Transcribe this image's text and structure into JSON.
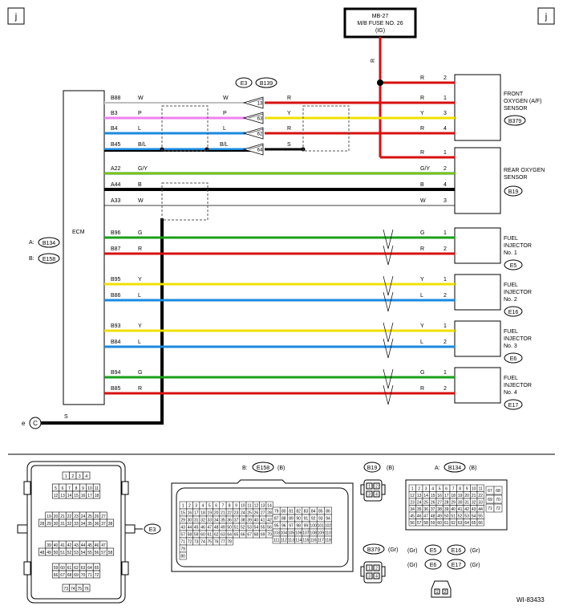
{
  "page_marker": "j",
  "fuse": {
    "line1": "MB-27",
    "line2": "M/B FUSE NO. 26",
    "line3": "(IG)"
  },
  "ecm": {
    "label": "ECM",
    "conn_a_prefix": "A:",
    "conn_a": "B134",
    "conn_b_prefix": "B:",
    "conn_b": "E158"
  },
  "joint_connectors": [
    "E3",
    "B139"
  ],
  "front_sensor": {
    "line1": "FRONT",
    "line2": "OXYGEN (A/F)",
    "line3": "SENSOR",
    "conn": "B379"
  },
  "rear_sensor": {
    "line1": "REAR OXYGEN",
    "line2": "SENSOR",
    "conn": "B19"
  },
  "injectors": [
    {
      "line1": "FUEL",
      "line2": "INJECTOR",
      "line3": "No. 1",
      "conn": "E5"
    },
    {
      "line1": "FUEL",
      "line2": "INJECTOR",
      "line3": "No. 2",
      "conn": "E16"
    },
    {
      "line1": "FUEL",
      "line2": "INJECTOR",
      "line3": "No. 3",
      "conn": "E6"
    },
    {
      "line1": "FUEL",
      "line2": "INJECTOR",
      "line3": "No. 4",
      "conn": "E17"
    }
  ],
  "wires": [
    {
      "pin": "B88",
      "ecm_color": "W",
      "mid_color": "W",
      "right_color": "R",
      "joint_pin": "13",
      "color": "#d81010"
    },
    {
      "pin": "B3",
      "ecm_color": "P",
      "mid_color": "P",
      "right_color": "Y",
      "joint_pin": "63",
      "color": "#ee82ee"
    },
    {
      "pin": "B4",
      "ecm_color": "L",
      "mid_color": "L",
      "right_color": "R",
      "joint_pin": "62",
      "color": "#1a8ae0"
    },
    {
      "pin": "B45",
      "ecm_color": "B/L",
      "mid_color": "B/L",
      "right_color": "S",
      "joint_pin": "64",
      "color": "#000000"
    },
    {
      "pin": "A22",
      "ecm_color": "G/Y",
      "right_color": "G/Y",
      "term": "2",
      "color": "#19a019"
    },
    {
      "pin": "A44",
      "ecm_color": "B",
      "right_color": "B",
      "term": "4",
      "color": "#000000"
    },
    {
      "pin": "A33",
      "ecm_color": "W",
      "right_color": "W",
      "term": "3",
      "color": "#000000"
    },
    {
      "pin": "B96",
      "ecm_color": "G",
      "right_color": "G",
      "term": "1",
      "color": "#19a019"
    },
    {
      "pin": "B87",
      "ecm_color": "R",
      "right_color": "R",
      "term": "2",
      "color": "#d81010"
    },
    {
      "pin": "B95",
      "ecm_color": "Y",
      "right_color": "Y",
      "term": "1",
      "color": "#f0e000"
    },
    {
      "pin": "B86",
      "ecm_color": "L",
      "right_color": "L",
      "term": "2",
      "color": "#1a8ae0"
    },
    {
      "pin": "B93",
      "ecm_color": "Y",
      "right_color": "Y",
      "term": "1",
      "color": "#f0e000"
    },
    {
      "pin": "B84",
      "ecm_color": "L",
      "right_color": "L",
      "term": "2",
      "color": "#1a8ae0"
    },
    {
      "pin": "B94",
      "ecm_color": "G",
      "right_color": "G",
      "term": "1",
      "color": "#19a019"
    },
    {
      "pin": "B85",
      "ecm_color": "R",
      "right_color": "R",
      "term": "2",
      "color": "#d81010"
    }
  ],
  "front_sensor_pins": [
    {
      "color_label": "R",
      "term": "2"
    },
    {
      "color_label": "R",
      "term": "1"
    },
    {
      "color_label": "Y",
      "term": "3"
    },
    {
      "color_label": "R",
      "term": "4"
    }
  ],
  "rear_sensor_top": {
    "color_label": "R",
    "term": "1"
  },
  "fuse_wire_label": "R",
  "ground": {
    "symbol": "C",
    "prefix": "e",
    "wire_label": "S"
  },
  "connector_views": {
    "e3": {
      "label": "E3"
    },
    "b_conn": {
      "prefix": "B:",
      "name": "E158",
      "color": "(B)"
    },
    "a_conn": {
      "prefix": "A:",
      "name": "B134",
      "color": "(B)"
    },
    "b19": {
      "name": "B19",
      "color": "(B)"
    },
    "b379": {
      "name": "B379",
      "color": "(Gr)"
    },
    "injector_group": {
      "names": [
        "E5",
        "E16",
        "E6",
        "E17"
      ],
      "colors": [
        "(Gr)",
        "(Gr)",
        "(Gr)",
        "(Gr)"
      ]
    }
  },
  "e3_rows": [
    [
      "1",
      "2",
      "3",
      "4"
    ],
    [
      "5",
      "6",
      "7",
      "8",
      "9",
      "10",
      "11"
    ],
    [
      "12",
      "13",
      "14",
      "15",
      "16",
      "17",
      "18"
    ],
    [
      "19",
      "20",
      "21",
      "22",
      "23",
      "24",
      "25",
      "26",
      "27"
    ],
    [
      "28",
      "29",
      "30",
      "31",
      "32",
      "33",
      "34",
      "35",
      "36",
      "37",
      "38"
    ],
    [
      "39",
      "40",
      "41",
      "42",
      "43",
      "44",
      "45",
      "46",
      "47"
    ],
    [
      "48",
      "49",
      "50",
      "51",
      "52",
      "53",
      "54",
      "55",
      "56",
      "57",
      "58"
    ],
    [
      "59",
      "60",
      "61",
      "62",
      "63",
      "64",
      "65"
    ],
    [
      "66",
      "67",
      "68",
      "69",
      "70",
      "71",
      "72"
    ],
    [
      "73",
      "74",
      "75",
      "76"
    ]
  ],
  "diagram_id": "WI-83433"
}
